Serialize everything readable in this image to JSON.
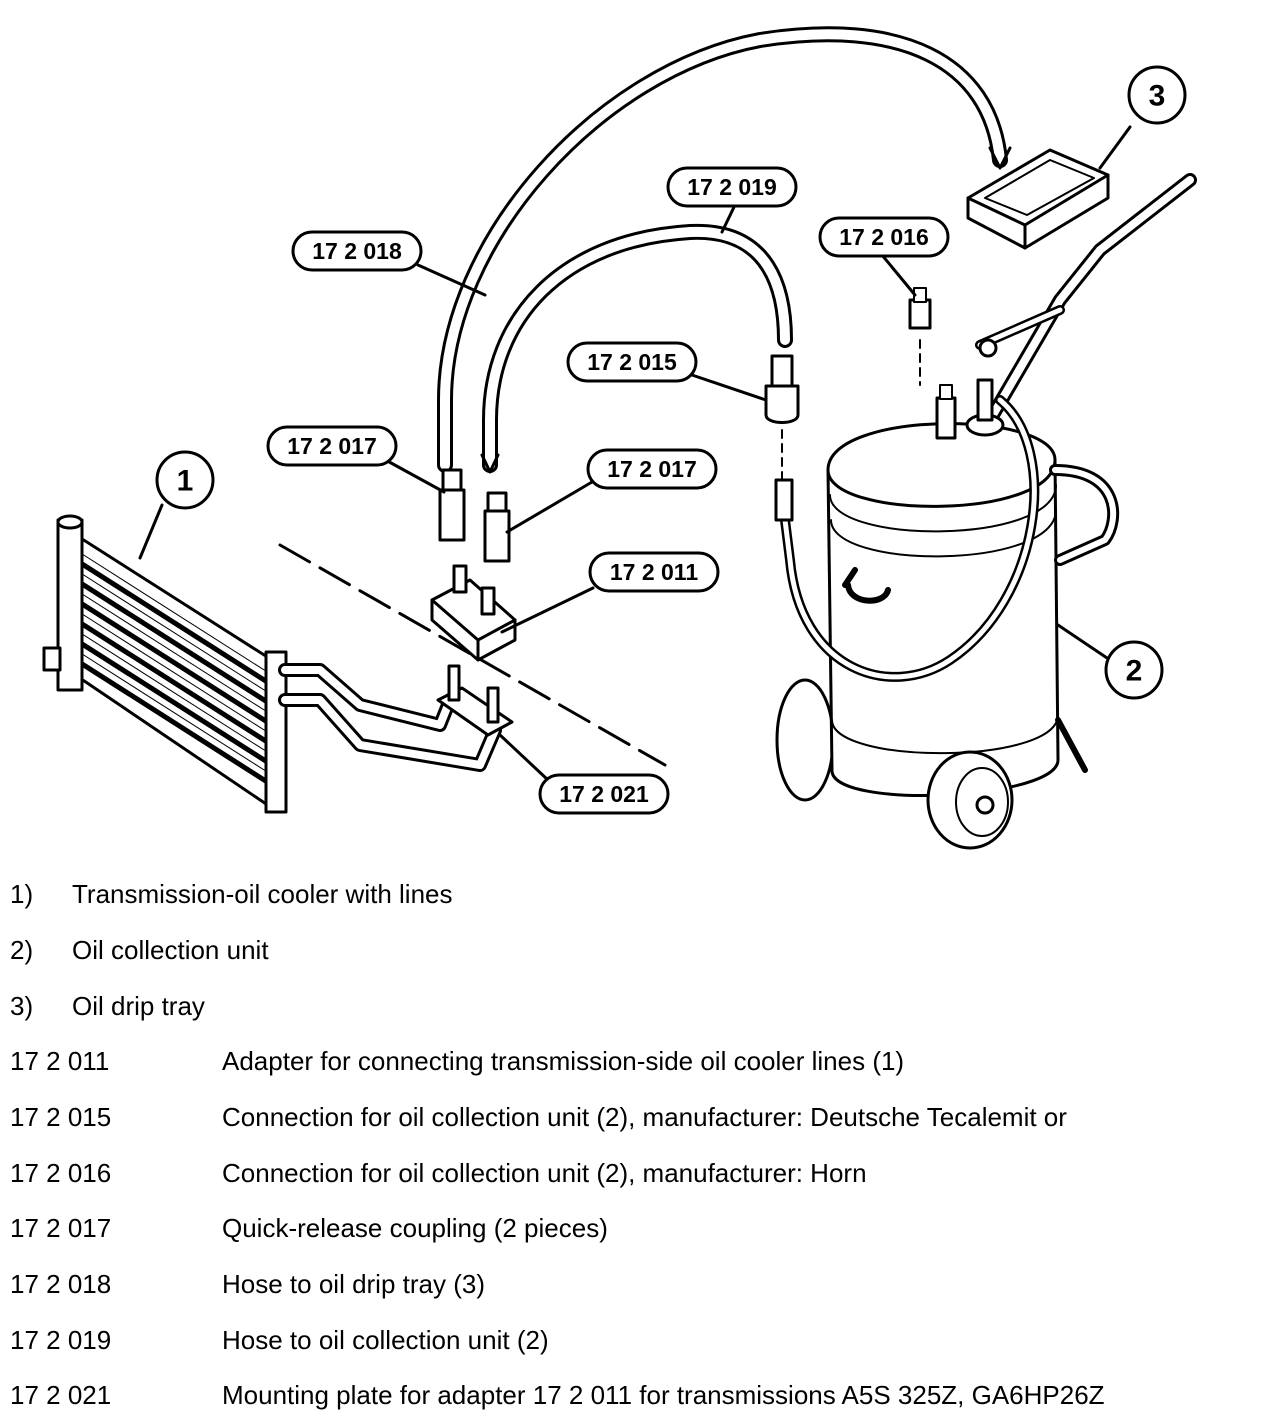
{
  "callouts": {
    "c018": "17 2 018",
    "c019": "17 2 019",
    "c016": "17 2 016",
    "c015": "17 2 015",
    "c017a": "17 2 017",
    "c017b": "17 2 017",
    "c011": "17 2 011",
    "c021": "17 2 021",
    "n1": "1",
    "n2": "2",
    "n3": "3"
  },
  "legend": [
    {
      "code": "1)",
      "text": "Transmission-oil cooler with lines"
    },
    {
      "code": "2)",
      "text": "Oil collection unit"
    },
    {
      "code": "3)",
      "text": "Oil drip tray"
    },
    {
      "code": "17 2 011",
      "text": "Adapter for connecting transmission-side oil cooler lines (1)"
    },
    {
      "code": "17 2 015",
      "text": "Connection for oil collection unit (2), manufacturer: Deutsche Tecalemit or"
    },
    {
      "code": "17 2 016",
      "text": "Connection for oil collection unit (2), manufacturer: Horn"
    },
    {
      "code": "17 2 017",
      "text": "Quick-release coupling (2 pieces)"
    },
    {
      "code": "17 2 018",
      "text": "Hose to oil drip tray (3)"
    },
    {
      "code": "17 2 019",
      "text": "Hose to oil collection unit (2)"
    },
    {
      "code": "17 2 021",
      "text": "Mounting plate for adapter 17 2 011 for transmissions A5S 325Z, GA6HP26Z"
    }
  ]
}
